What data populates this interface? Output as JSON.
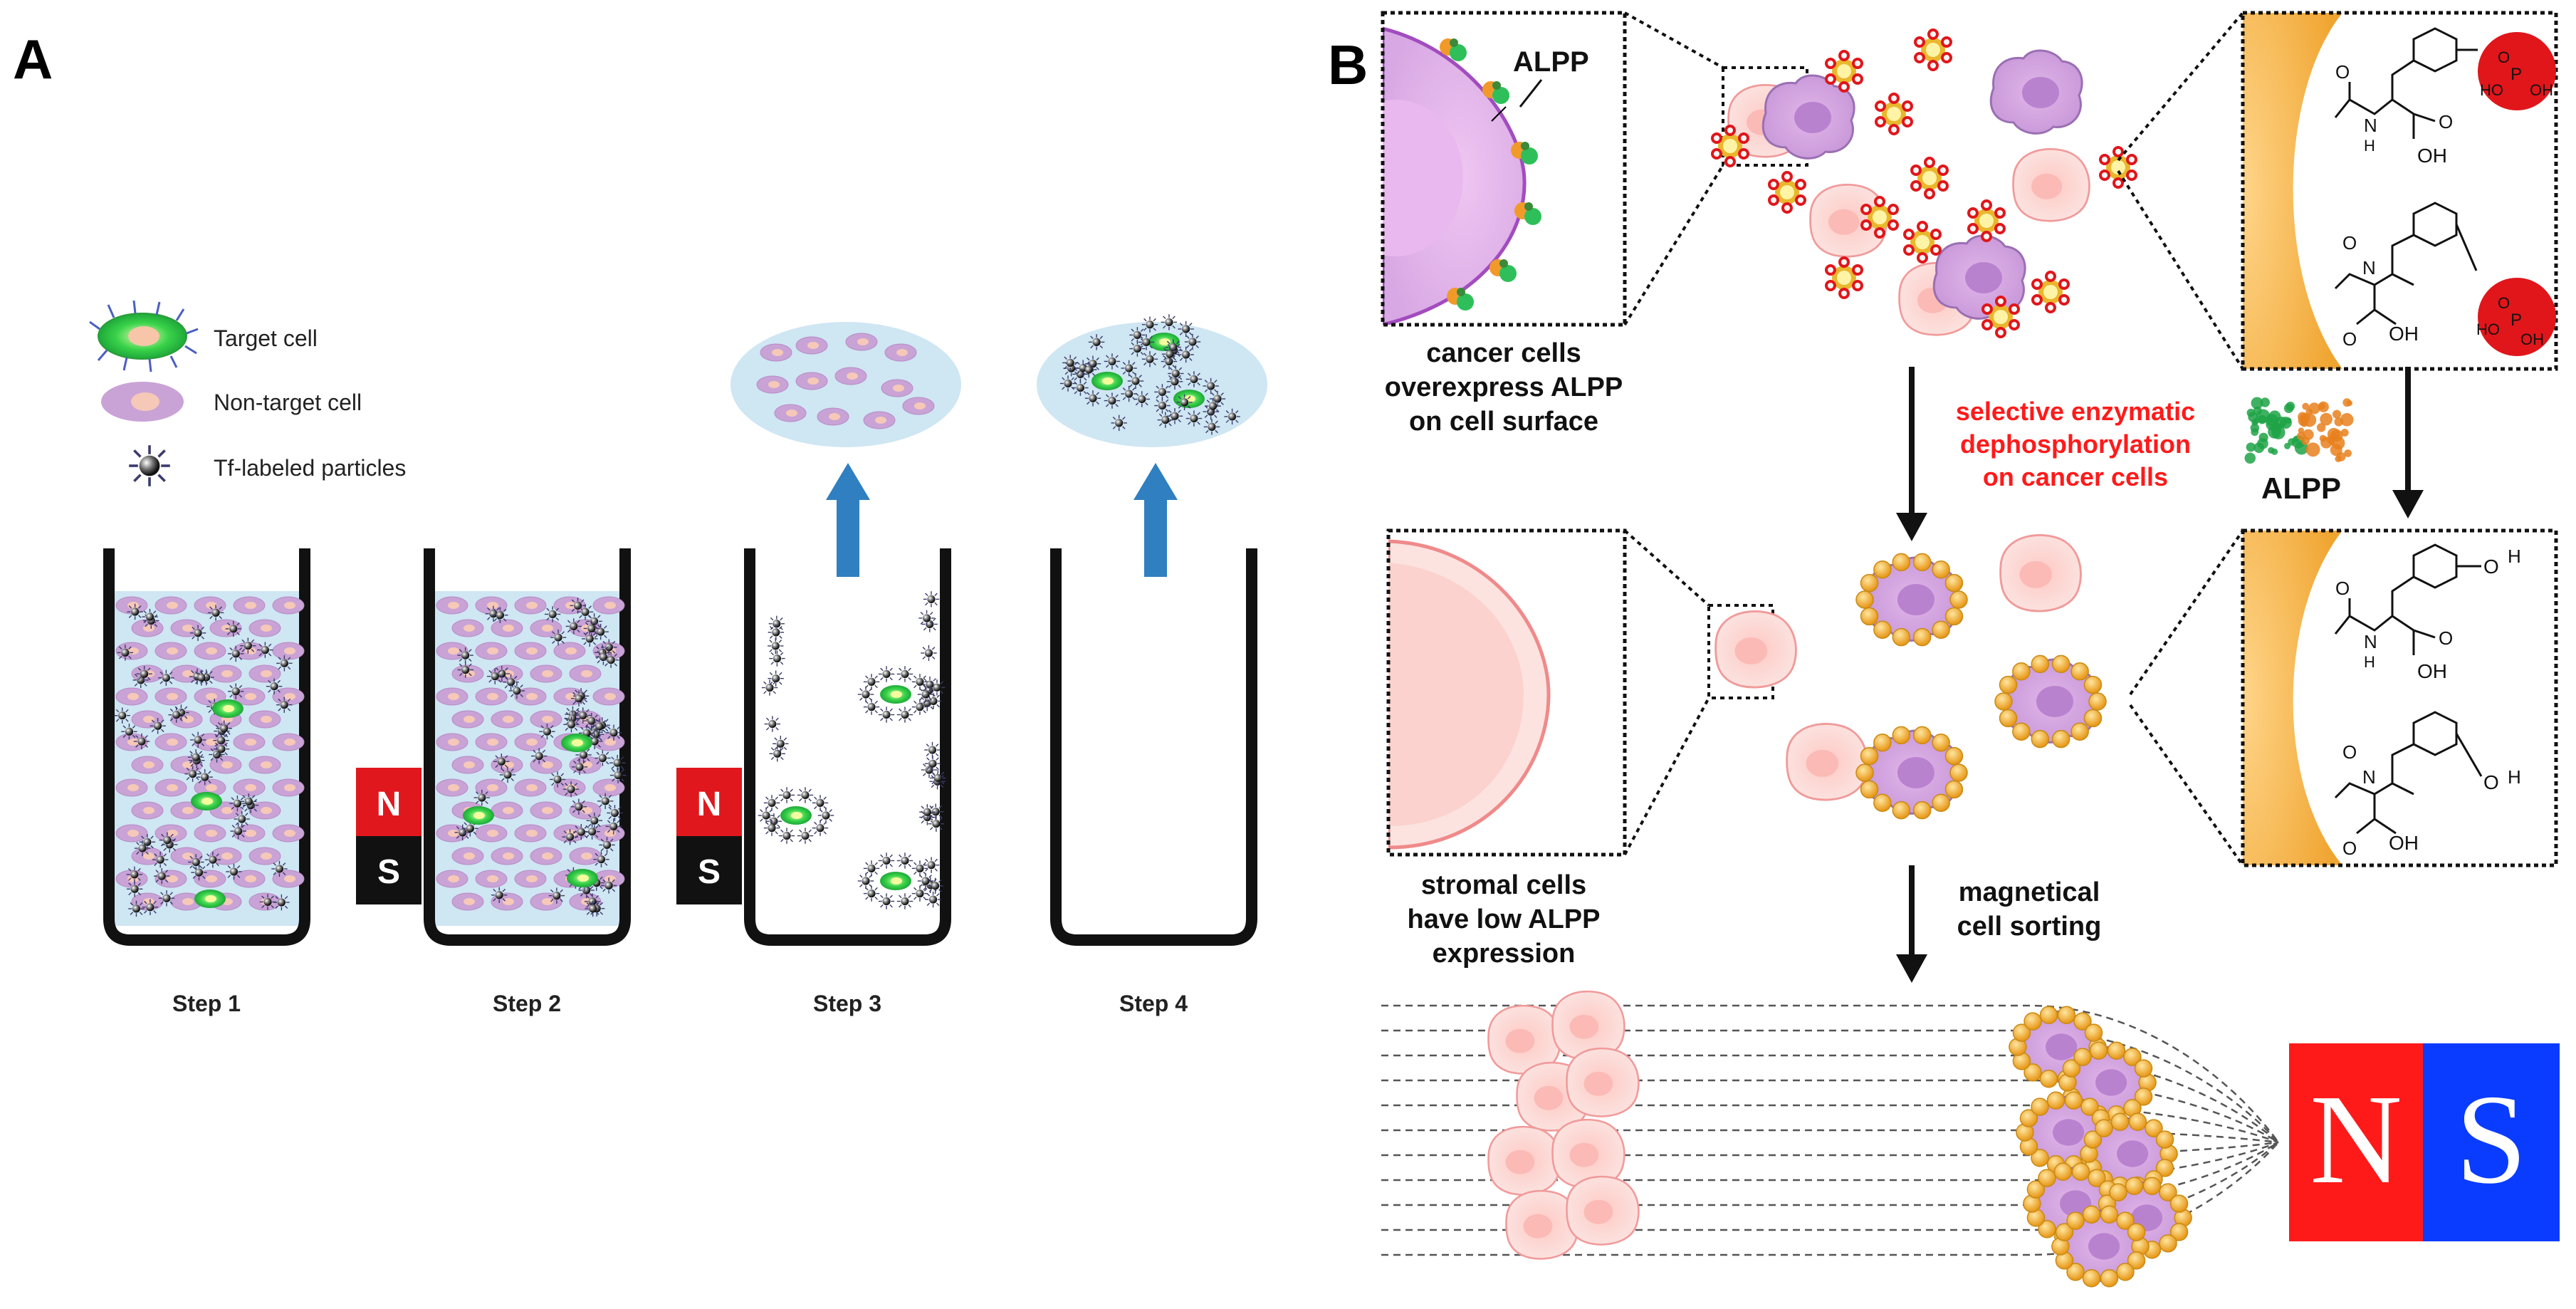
{
  "panel_a": {
    "label": "A",
    "legend": {
      "target_cell": "Target cell",
      "non_target_cell": "Non-target cell",
      "particles": "Tf-labeled particles"
    },
    "steps": [
      "Step 1",
      "Step 2",
      "Step 3",
      "Step 4"
    ],
    "magnet": {
      "north": "N",
      "south": "S"
    }
  },
  "panel_b": {
    "label": "B",
    "alpp_callout": "ALPP",
    "alpp_enzyme_label": "ALPP",
    "caption_cancer": [
      "cancer cells",
      "overexpress ALPP",
      "on cell surface"
    ],
    "caption_stromal": [
      "stromal cells",
      "have low ALPP",
      "expression"
    ],
    "step_dephos": [
      "selective enzymatic",
      "dephosphorylation",
      "on cancer cells"
    ],
    "step_sorting": [
      "magnetical",
      "cell sorting"
    ],
    "chem": {
      "oh": "OH",
      "ho": "HO",
      "nh": "N",
      "h": "H",
      "o": "O",
      "p": "P"
    },
    "magnet": {
      "north": "N",
      "south": "S"
    }
  },
  "colors": {
    "accent_red": "#ff1a1a",
    "magnet_blue": "#0a3cff",
    "cell_purple": "#c89ad8",
    "stromal_pink": "#f7c8c4",
    "particle_gold": "#f2b540",
    "arrow_blue": "#2f7fc1",
    "liquid_blue": "#cfe6f3"
  }
}
